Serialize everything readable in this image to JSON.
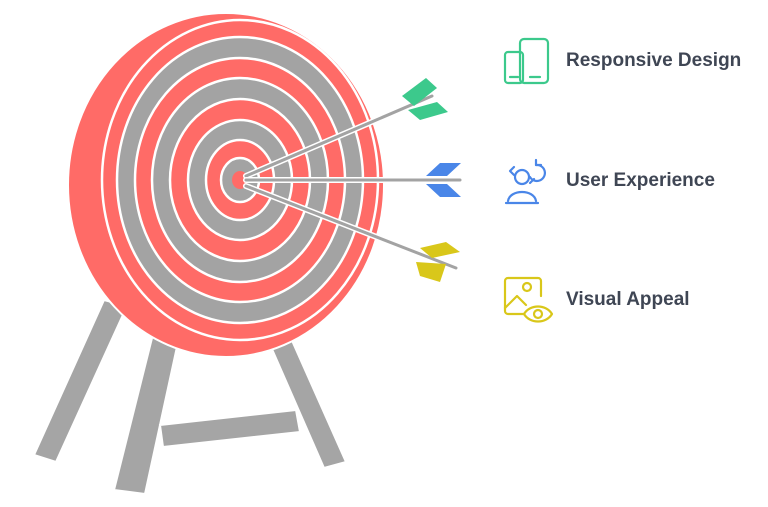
{
  "colors": {
    "target_red": "#ff6b67",
    "target_gray": "#a3a3a3",
    "stand_gray": "#a5a5a5",
    "ring_line": "#ffffff",
    "green": "#3cc98c",
    "blue": "#4a86e8",
    "yellow": "#d9c71a",
    "text": "#3f4654"
  },
  "legend": {
    "items": [
      {
        "label": "Responsive Design",
        "icon": "devices-icon",
        "color": "#3cc98c"
      },
      {
        "label": "User Experience",
        "icon": "user-experience-icon",
        "color": "#4a86e8"
      },
      {
        "label": "Visual Appeal",
        "icon": "image-eye-icon",
        "color": "#d9c71a"
      }
    ]
  }
}
